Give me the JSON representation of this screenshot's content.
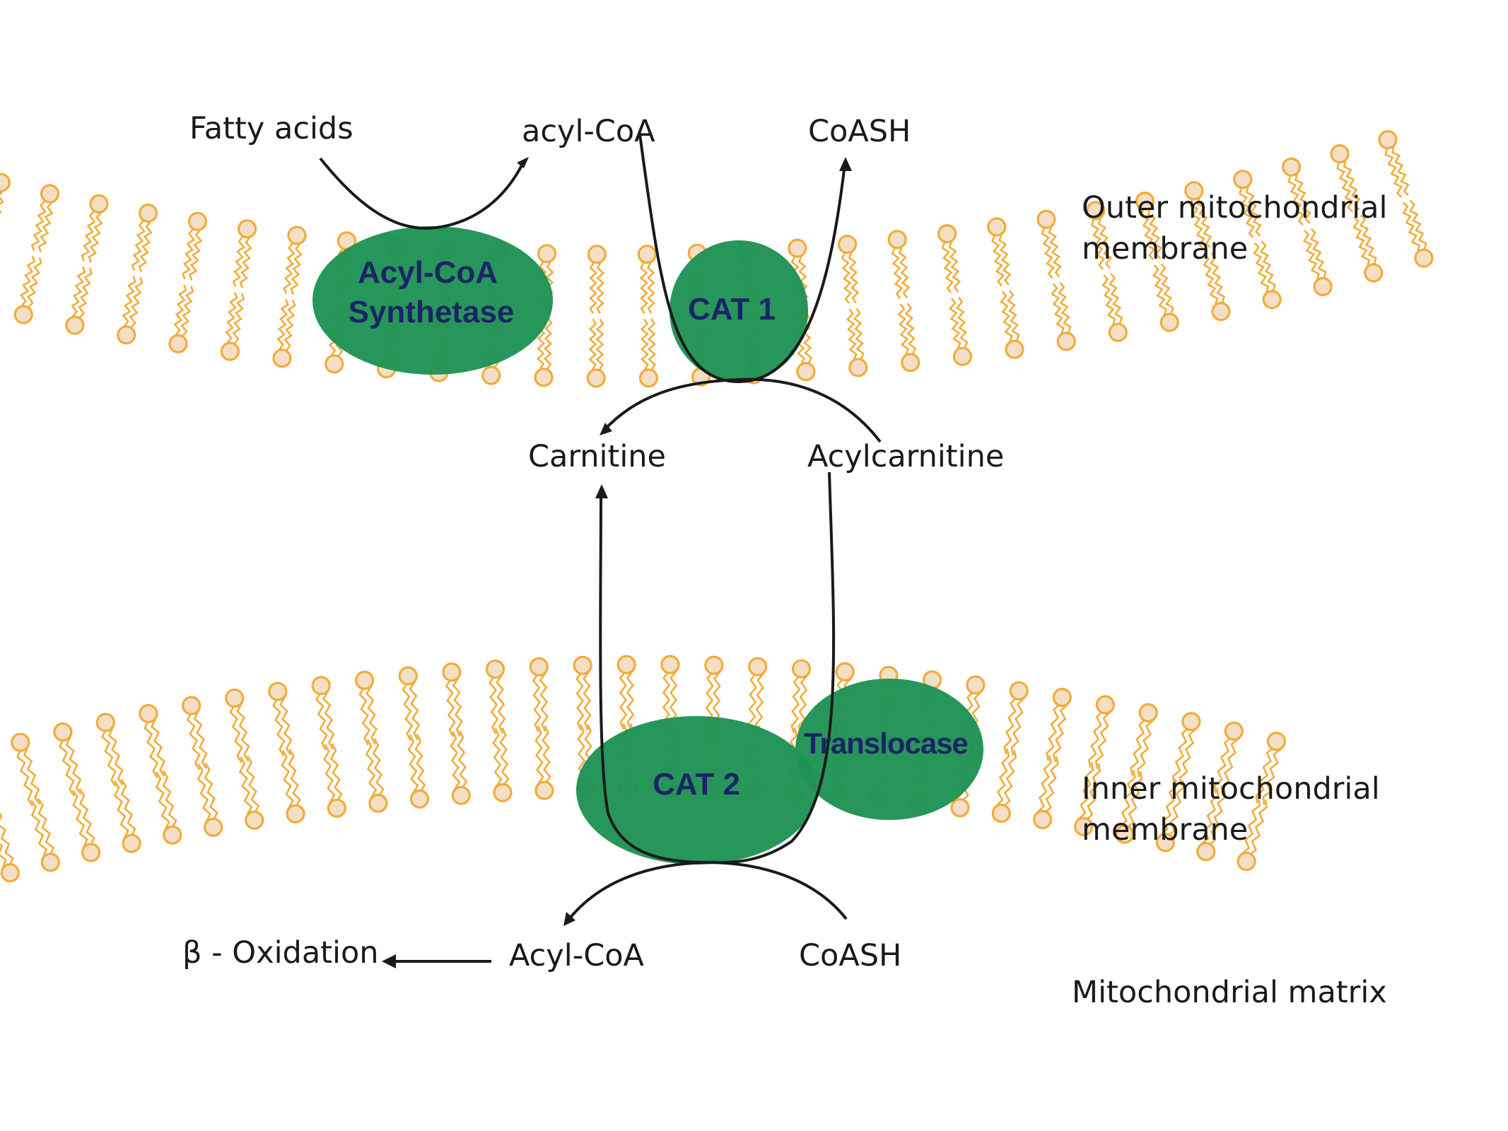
{
  "labels": {
    "fatty_acids": "Fatty acids",
    "acyl_coa_outer": "acyl-CoA",
    "coash_outer": "CoASH",
    "carnitine": "Carnitine",
    "acylcarnitine": "Acylcarnitine",
    "beta_oxidation": "β - Oxidation",
    "acyl_coa_matrix": "Acyl-CoA",
    "coash_matrix": "CoASH"
  },
  "regions": {
    "outer_membrane_line1": "Outer mitochondrial",
    "outer_membrane_line2": "membrane",
    "inner_membrane_line1": "Inner mitochondrial",
    "inner_membrane_line2": "membrane",
    "matrix": "Mitochondrial matrix"
  },
  "enzymes": {
    "acyl_coa_synthetase_line1": "Acyl-CoA",
    "acyl_coa_synthetase_line2": "Synthetase",
    "cat1": "CAT 1",
    "cat2": "CAT 2",
    "translocase": "Translocase"
  },
  "colors": {
    "lipid_head_fill": "#f4dfc6",
    "lipid_stroke": "#f2ac3a",
    "enzyme_green": "#1e9254",
    "enzyme_text": "#1c2466",
    "arrow": "#1a1a1a"
  }
}
